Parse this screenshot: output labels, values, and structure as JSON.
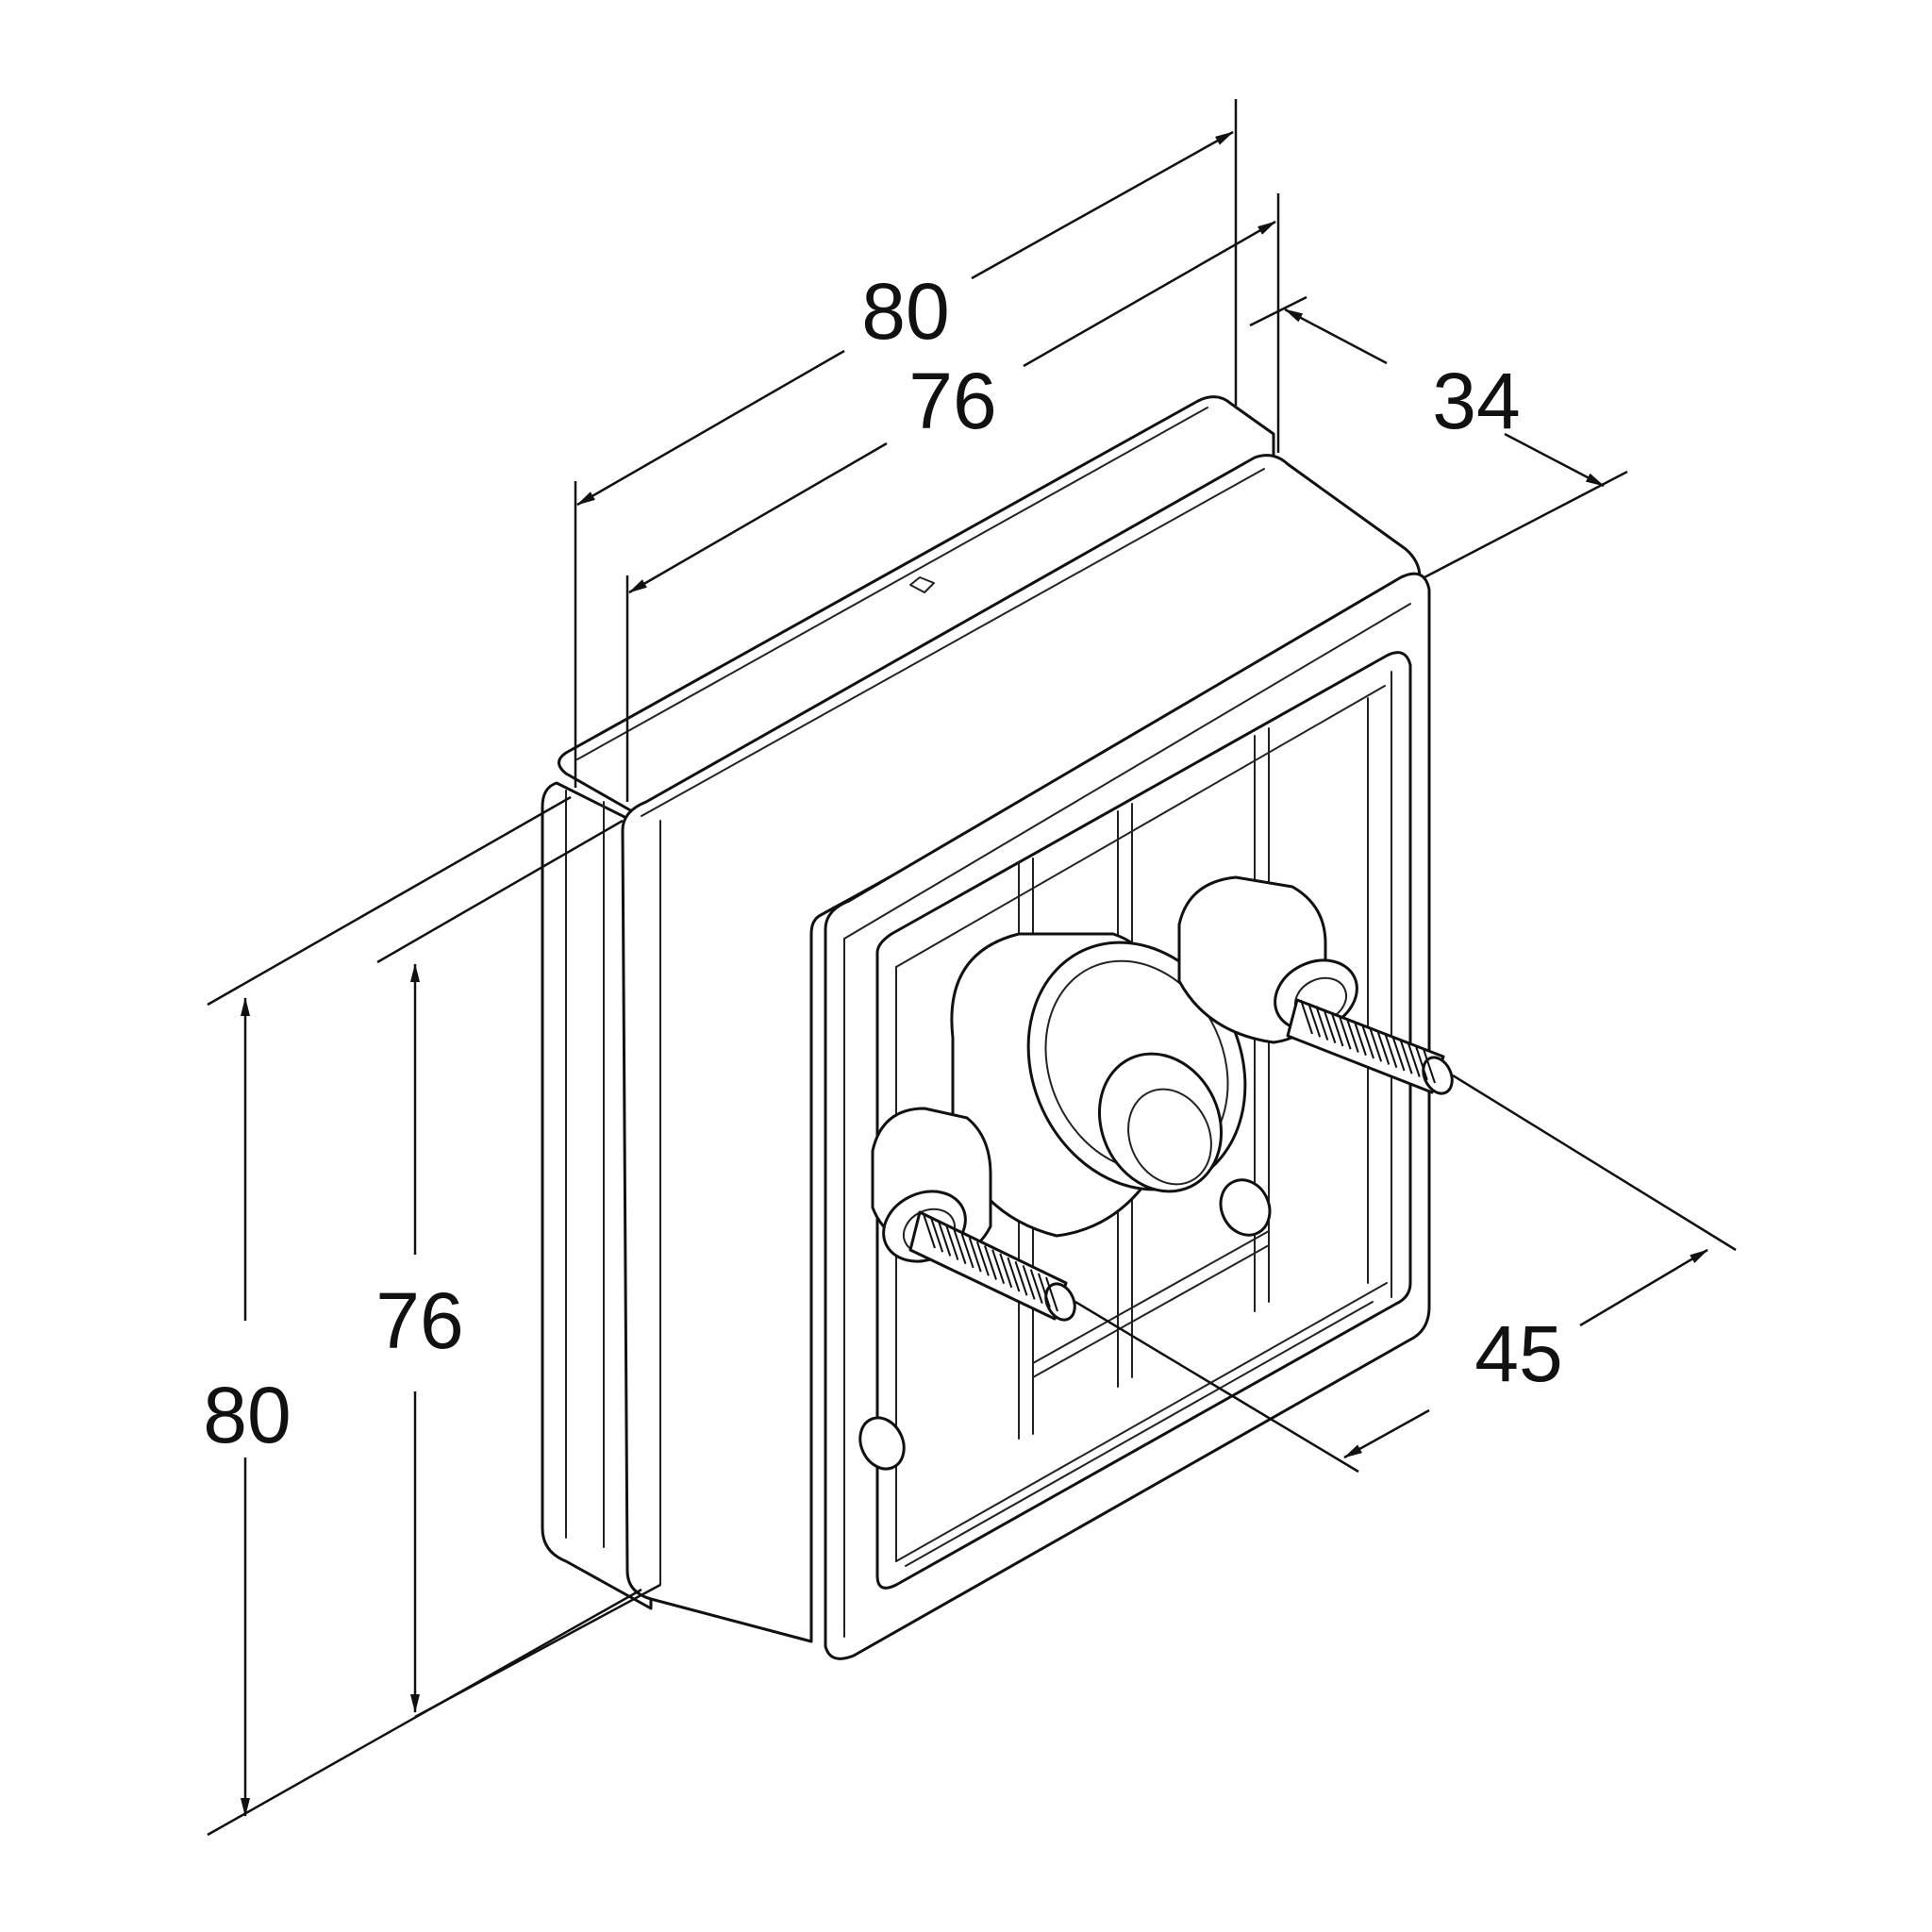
{
  "dimensions": {
    "outer_width": "80",
    "inner_width": "76",
    "depth": "34",
    "outer_height": "80",
    "inner_height": "76",
    "stud_spacing": "45"
  },
  "colors": {
    "line": "#111111",
    "background": "#ffffff"
  }
}
